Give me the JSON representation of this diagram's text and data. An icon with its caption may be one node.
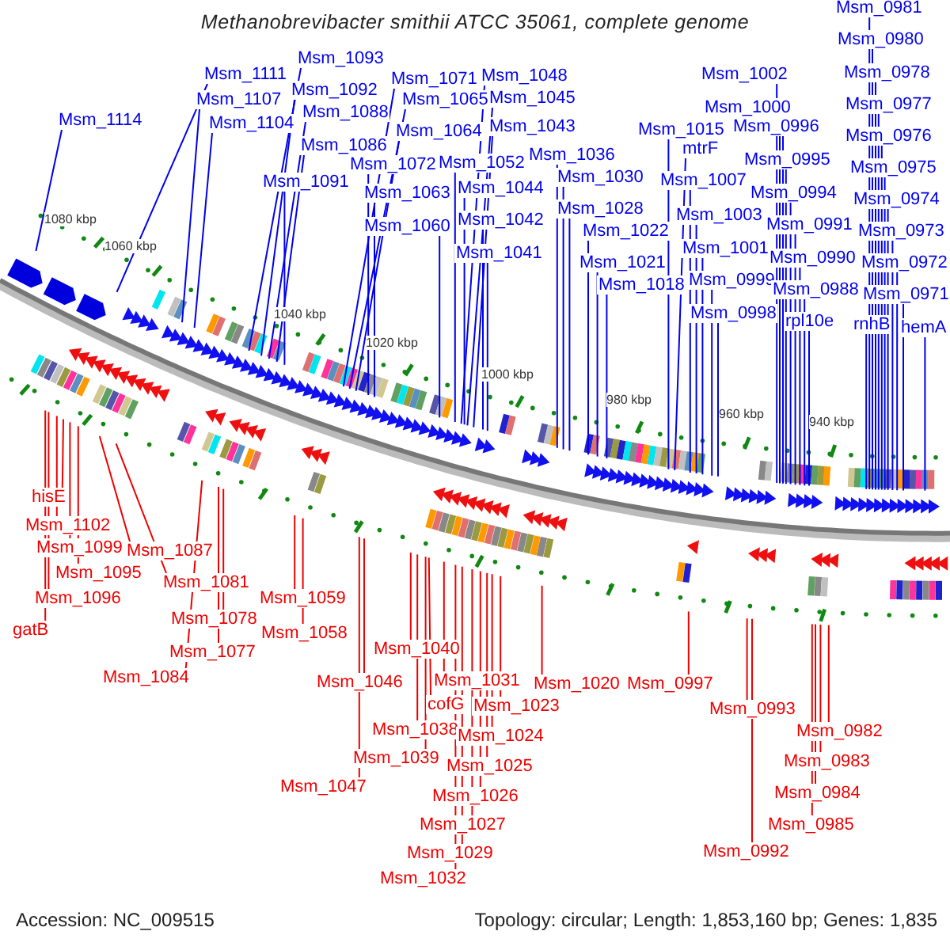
{
  "diagram": {
    "title": "Methanobrevibacter smithii ATCC 35061, complete genome",
    "nodes": [
      {
        "text": [
          "Msm_1114"
        ]
      },
      {
        "text": [
          "Msm_1111"
        ]
      },
      {
        "text": [
          "Msm_1107"
        ]
      },
      {
        "text": [
          "Msm_1104"
        ]
      },
      {
        "text": [
          "Msm_1093"
        ]
      },
      {
        "text": [
          "Msm_1092"
        ]
      },
      {
        "text": [
          "Msm_1088"
        ]
      },
      {
        "text": [
          "Msm_1086"
        ]
      },
      {
        "text": [
          "Msm_1091"
        ]
      },
      {
        "text": [
          "Msm_1071"
        ]
      },
      {
        "text": [
          "Msm_1065"
        ]
      },
      {
        "text": [
          "Msm_1064"
        ]
      },
      {
        "text": [
          "Msm_1072"
        ]
      },
      {
        "text": [
          "Msm_1063"
        ]
      },
      {
        "text": [
          "Msm_1060"
        ]
      },
      {
        "text": [
          "Msm_1048"
        ]
      },
      {
        "text": [
          "Msm_1045"
        ]
      },
      {
        "text": [
          "Msm_1043"
        ]
      },
      {
        "text": [
          "Msm_1052"
        ]
      },
      {
        "text": [
          "Msm_1044"
        ]
      },
      {
        "text": [
          "Msm_1042"
        ]
      },
      {
        "text": [
          "Msm_1041"
        ]
      },
      {
        "text": [
          "Msm_1036"
        ]
      },
      {
        "text": [
          "Msm_1030"
        ]
      },
      {
        "text": [
          "Msm_1028"
        ]
      },
      {
        "text": [
          "Msm_1022"
        ]
      },
      {
        "text": [
          "Msm_1021"
        ]
      },
      {
        "text": [
          "Msm_1018"
        ]
      },
      {
        "text": [
          "Msm_1015"
        ]
      },
      {
        "text": [
          "mtrF"
        ]
      },
      {
        "text": [
          "Msm_1007"
        ]
      },
      {
        "text": [
          "Msm_1003"
        ]
      },
      {
        "text": [
          "Msm_1001"
        ]
      },
      {
        "text": [
          "Msm_0999"
        ]
      },
      {
        "text": [
          "Msm_0998"
        ]
      },
      {
        "text": [
          "Msm_1002"
        ]
      },
      {
        "text": [
          "Msm_1000"
        ]
      },
      {
        "text": [
          "Msm_0996"
        ]
      },
      {
        "text": [
          "Msm_0995"
        ]
      },
      {
        "text": [
          "Msm_0994"
        ]
      },
      {
        "text": [
          "Msm_0991"
        ]
      },
      {
        "text": [
          "Msm_0990"
        ]
      },
      {
        "text": [
          "Msm_0988"
        ]
      },
      {
        "text": [
          "rpl10e"
        ]
      },
      {
        "text": [
          "Msm_0981"
        ]
      },
      {
        "text": [
          "Msm_0980"
        ]
      },
      {
        "text": [
          "Msm_0978"
        ]
      },
      {
        "text": [
          "Msm_0977"
        ]
      },
      {
        "text": [
          "Msm_0976"
        ]
      },
      {
        "text": [
          "Msm_0975"
        ]
      },
      {
        "text": [
          "Msm_0974"
        ]
      },
      {
        "text": [
          "Msm_0973"
        ]
      },
      {
        "text": [
          "Msm_0972"
        ]
      },
      {
        "text": [
          "Msm_0971"
        ]
      },
      {
        "text": [
          "rnhB"
        ]
      },
      {
        "text": [
          "hemA"
        ]
      },
      {
        "text": [
          "hisE"
        ]
      },
      {
        "text": [
          "Msm_1102"
        ]
      },
      {
        "text": [
          "Msm_1099"
        ]
      },
      {
        "text": [
          "Msm_1095"
        ]
      },
      {
        "text": [
          "Msm_1096"
        ]
      },
      {
        "text": [
          "gatB"
        ]
      },
      {
        "text": [
          "Msm_1087"
        ]
      },
      {
        "text": [
          "Msm_1081"
        ]
      },
      {
        "text": [
          "Msm_1078"
        ]
      },
      {
        "text": [
          "Msm_1077"
        ]
      },
      {
        "text": [
          "Msm_1084"
        ]
      },
      {
        "text": [
          "Msm_1059"
        ]
      },
      {
        "text": [
          "Msm_1058"
        ]
      },
      {
        "text": [
          "Msm_1040"
        ]
      },
      {
        "text": [
          "Msm_1046"
        ]
      },
      {
        "text": [
          "Msm_1038"
        ]
      },
      {
        "text": [
          "Msm_1039"
        ]
      },
      {
        "text": [
          "Msm_1047"
        ]
      },
      {
        "text": [
          "Msm_1031"
        ]
      },
      {
        "text": [
          "cofG"
        ]
      },
      {
        "text": [
          "Msm_1023"
        ]
      },
      {
        "text": [
          "Msm_1024"
        ]
      },
      {
        "text": [
          "Msm_1025"
        ]
      },
      {
        "text": [
          "Msm_1026"
        ]
      },
      {
        "text": [
          "Msm_1027"
        ]
      },
      {
        "text": [
          "Msm_1029"
        ]
      },
      {
        "text": [
          "Msm_1032"
        ]
      },
      {
        "text": [
          "Msm_1020"
        ]
      },
      {
        "text": [
          "Msm_0997"
        ]
      },
      {
        "text": [
          "Msm_0993"
        ]
      },
      {
        "text": [
          "Msm_0992"
        ]
      },
      {
        "text": [
          "Msm_0982"
        ]
      },
      {
        "text": [
          "Msm_0983"
        ]
      },
      {
        "text": [
          "Msm_0984"
        ]
      },
      {
        "text": [
          "Msm_0985"
        ]
      }
    ],
    "edges": [
      {
        "from": 0,
        "to": null,
        "arrow": "none"
      },
      {
        "from": 1,
        "to": null,
        "arrow": "none"
      },
      {
        "from": 2,
        "to": null,
        "arrow": "none"
      },
      {
        "from": 3,
        "to": null,
        "arrow": "none"
      },
      {
        "from": 4,
        "to": null,
        "arrow": "none"
      },
      {
        "from": 5,
        "to": null,
        "arrow": "none"
      },
      {
        "from": 6,
        "to": null,
        "arrow": "none"
      },
      {
        "from": 7,
        "to": null,
        "arrow": "none"
      },
      {
        "from": 8,
        "to": null,
        "arrow": "none"
      },
      {
        "from": 9,
        "to": null,
        "arrow": "none"
      },
      {
        "from": 10,
        "to": null,
        "arrow": "none"
      },
      {
        "from": 11,
        "to": null,
        "arrow": "none"
      },
      {
        "from": 12,
        "to": null,
        "arrow": "none"
      },
      {
        "from": 13,
        "to": null,
        "arrow": "none"
      },
      {
        "from": 14,
        "to": null,
        "arrow": "none"
      },
      {
        "from": 15,
        "to": null,
        "arrow": "none"
      },
      {
        "from": 16,
        "to": null,
        "arrow": "none"
      },
      {
        "from": 17,
        "to": null,
        "arrow": "none"
      },
      {
        "from": 18,
        "to": null,
        "arrow": "none"
      },
      {
        "from": 19,
        "to": null,
        "arrow": "none"
      },
      {
        "from": 20,
        "to": null,
        "arrow": "none"
      },
      {
        "from": 21,
        "to": null,
        "arrow": "none"
      },
      {
        "from": 22,
        "to": null,
        "arrow": "none"
      },
      {
        "from": 23,
        "to": null,
        "arrow": "none"
      },
      {
        "from": 24,
        "to": null,
        "arrow": "none"
      },
      {
        "from": 25,
        "to": null,
        "arrow": "none"
      },
      {
        "from": 26,
        "to": null,
        "arrow": "none"
      },
      {
        "from": 27,
        "to": null,
        "arrow": "none"
      },
      {
        "from": 28,
        "to": null,
        "arrow": "none"
      },
      {
        "from": 29,
        "to": null,
        "arrow": "none"
      },
      {
        "from": 30,
        "to": null,
        "arrow": "none"
      },
      {
        "from": 31,
        "to": null,
        "arrow": "none"
      },
      {
        "from": 32,
        "to": null,
        "arrow": "none"
      },
      {
        "from": 33,
        "to": null,
        "arrow": "none"
      },
      {
        "from": 34,
        "to": null,
        "arrow": "none"
      },
      {
        "from": 35,
        "to": null,
        "arrow": "none"
      },
      {
        "from": 36,
        "to": null,
        "arrow": "none"
      },
      {
        "from": 37,
        "to": null,
        "arrow": "none"
      },
      {
        "from": 38,
        "to": null,
        "arrow": "none"
      },
      {
        "from": 39,
        "to": null,
        "arrow": "none"
      },
      {
        "from": 40,
        "to": null,
        "arrow": "none"
      },
      {
        "from": 41,
        "to": null,
        "arrow": "none"
      },
      {
        "from": 42,
        "to": null,
        "arrow": "none"
      },
      {
        "from": 43,
        "to": null,
        "arrow": "none"
      },
      {
        "from": 44,
        "to": null,
        "arrow": "none"
      },
      {
        "from": 45,
        "to": null,
        "arrow": "none"
      },
      {
        "from": 46,
        "to": null,
        "arrow": "none"
      },
      {
        "from": 47,
        "to": null,
        "arrow": "none"
      },
      {
        "from": 48,
        "to": null,
        "arrow": "none"
      },
      {
        "from": 49,
        "to": null,
        "arrow": "none"
      },
      {
        "from": 50,
        "to": null,
        "arrow": "none"
      },
      {
        "from": 51,
        "to": null,
        "arrow": "none"
      },
      {
        "from": 52,
        "to": null,
        "arrow": "none"
      },
      {
        "from": 53,
        "to": null,
        "arrow": "none"
      },
      {
        "from": 54,
        "to": null,
        "arrow": "none"
      },
      {
        "from": 55,
        "to": null,
        "arrow": "none"
      },
      {
        "from": 56,
        "to": null,
        "arrow": "none",
        "color": "#ee0000"
      },
      {
        "from": 57,
        "to": null,
        "arrow": "none",
        "color": "#ee0000"
      },
      {
        "from": 58,
        "to": null,
        "arrow": "none",
        "color": "#ee0000"
      },
      {
        "from": 59,
        "to": null,
        "arrow": "none",
        "color": "#ee0000"
      },
      {
        "from": 60,
        "to": null,
        "arrow": "none",
        "color": "#ee0000"
      },
      {
        "from": 61,
        "to": null,
        "arrow": "none",
        "color": "#ee0000"
      },
      {
        "from": 62,
        "to": null,
        "arrow": "none",
        "color": "#ee0000"
      },
      {
        "from": 63,
        "to": null,
        "arrow": "none",
        "color": "#ee0000"
      },
      {
        "from": 64,
        "to": null,
        "arrow": "none",
        "color": "#ee0000"
      },
      {
        "from": 65,
        "to": null,
        "arrow": "none",
        "color": "#ee0000"
      },
      {
        "from": 66,
        "to": null,
        "arrow": "none",
        "color": "#ee0000"
      },
      {
        "from": 67,
        "to": null,
        "arrow": "none",
        "color": "#ee0000"
      },
      {
        "from": 68,
        "to": null,
        "arrow": "none",
        "color": "#ee0000"
      },
      {
        "from": 69,
        "to": null,
        "arrow": "none",
        "color": "#ee0000"
      },
      {
        "from": 70,
        "to": null,
        "arrow": "none",
        "color": "#ee0000"
      },
      {
        "from": 71,
        "to": null,
        "arrow": "none",
        "color": "#ee0000"
      },
      {
        "from": 72,
        "to": null,
        "arrow": "none",
        "color": "#ee0000"
      },
      {
        "from": 73,
        "to": null,
        "arrow": "none",
        "color": "#ee0000"
      },
      {
        "from": 74,
        "to": null,
        "arrow": "none",
        "color": "#ee0000"
      },
      {
        "from": 75,
        "to": null,
        "arrow": "none",
        "color": "#ee0000"
      },
      {
        "from": 76,
        "to": null,
        "arrow": "none",
        "color": "#ee0000"
      },
      {
        "from": 77,
        "to": null,
        "arrow": "none",
        "color": "#ee0000"
      },
      {
        "from": 78,
        "to": null,
        "arrow": "none",
        "color": "#ee0000"
      },
      {
        "from": 79,
        "to": null,
        "arrow": "none",
        "color": "#ee0000"
      },
      {
        "from": 80,
        "to": null,
        "arrow": "none",
        "color": "#ee0000"
      },
      {
        "from": 81,
        "to": null,
        "arrow": "none",
        "color": "#ee0000"
      },
      {
        "from": 82,
        "to": null,
        "arrow": "none",
        "color": "#ee0000"
      },
      {
        "from": 83,
        "to": null,
        "arrow": "none",
        "color": "#ee0000"
      },
      {
        "from": 84,
        "to": null,
        "arrow": "none",
        "color": "#ee0000"
      },
      {
        "from": 85,
        "to": null,
        "arrow": "none",
        "color": "#ee0000"
      },
      {
        "from": 86,
        "to": null,
        "arrow": "none",
        "color": "#ee0000"
      },
      {
        "from": 87,
        "to": null,
        "arrow": "none",
        "color": "#ee0000"
      },
      {
        "from": 88,
        "to": null,
        "arrow": "none",
        "color": "#ee0000"
      },
      {
        "from": 89,
        "to": null,
        "arrow": "none",
        "color": "#ee0000"
      },
      {
        "from": 90,
        "to": null,
        "arrow": "none",
        "color": "#ee0000"
      }
    ],
    "labels": [
      "1080 kbp",
      "1060 kbp",
      "1040 kbp",
      "1020 kbp",
      "1000 kbp",
      "980 kbp",
      "960 kbp",
      "940 kbp",
      "Accession: NC_009515",
      "Topology: circular; Length: 1,853,160 bp; Genes: 1,835"
    ]
  }
}
